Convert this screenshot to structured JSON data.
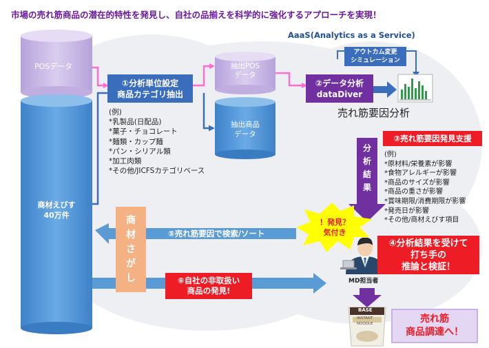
{
  "headline": "市場の売れ筋商品の潜在的特性を発見し、自社の品揃えを科学的に強化するアプローチを実現！",
  "aaas_label": "AaaS(Analytics as a Service)",
  "pos_data": "POSデータ",
  "product_db": {
    "line1": "商材えびす",
    "line2": "40万件"
  },
  "step1": {
    "line1": "①分析単位設定",
    "line2": "商品カテゴリ抽出"
  },
  "category_examples": {
    "title": "(例)",
    "items": [
      "*乳製品(日配品)",
      "*菓子・チョコレート",
      "*麺類・カップ麺",
      "*パン・シリアル類",
      "*加工肉類",
      "*その他/JICFSカテゴリベース"
    ]
  },
  "extracted_pos": {
    "line1": "抽出POS",
    "line2": "データ"
  },
  "extracted_products": {
    "line1": "抽出商品",
    "line2": "データ"
  },
  "step2": {
    "line1": "②データ分析",
    "line2": "dataDiver"
  },
  "outcome_sim": {
    "line1": "アウトカム変更",
    "line2": "シミュレーション"
  },
  "bestseller_analysis": "売れ筋要因分析",
  "analysis_result": [
    "分",
    "析",
    "結",
    "果"
  ],
  "step3": "③売れ筋要因発見支援",
  "factor_examples": {
    "title": "(例)",
    "items": [
      "*原材料/栄養素が影響",
      "*食物アレルギーが影響",
      "*商品のサイズが影響",
      "*商品の重さが影響",
      "*賞味期限/消費期限が影響",
      "*発売日が影響",
      "*その他/商材えびす項目"
    ]
  },
  "discovery_burst": {
    "line1": "！発見？",
    "line2": "気付き"
  },
  "step4": {
    "line1": "④分析結果を受けて",
    "line2": "打ち手の",
    "line3": "推論と検証！"
  },
  "md_person": "MD担当者",
  "product_search": [
    "商",
    "材",
    "さ",
    "が",
    "し"
  ],
  "step5": "⑤売れ筋要因で検索/ソート",
  "step6": {
    "line1": "⑥自社の非取扱い",
    "line2": "商品の発見!"
  },
  "product_package": {
    "brand": "BASE",
    "line1": "INSTANT",
    "line2": "NOODLE"
  },
  "procurement": {
    "line1": "売れ筋",
    "line2": "商品調達へ！"
  },
  "colors": {
    "headline": "#6a1a9a",
    "blue_box": "#3b6dbd",
    "purple": "#7030a0",
    "red": "#ee1c25",
    "orange": "#f4b183",
    "yellow": "#ffff00",
    "lavender_box": "#e4d7f3",
    "cylinder_light": "#c6b6e4",
    "cylinder_blue": "#5b9bd5",
    "cloud": "#eeeff3"
  }
}
